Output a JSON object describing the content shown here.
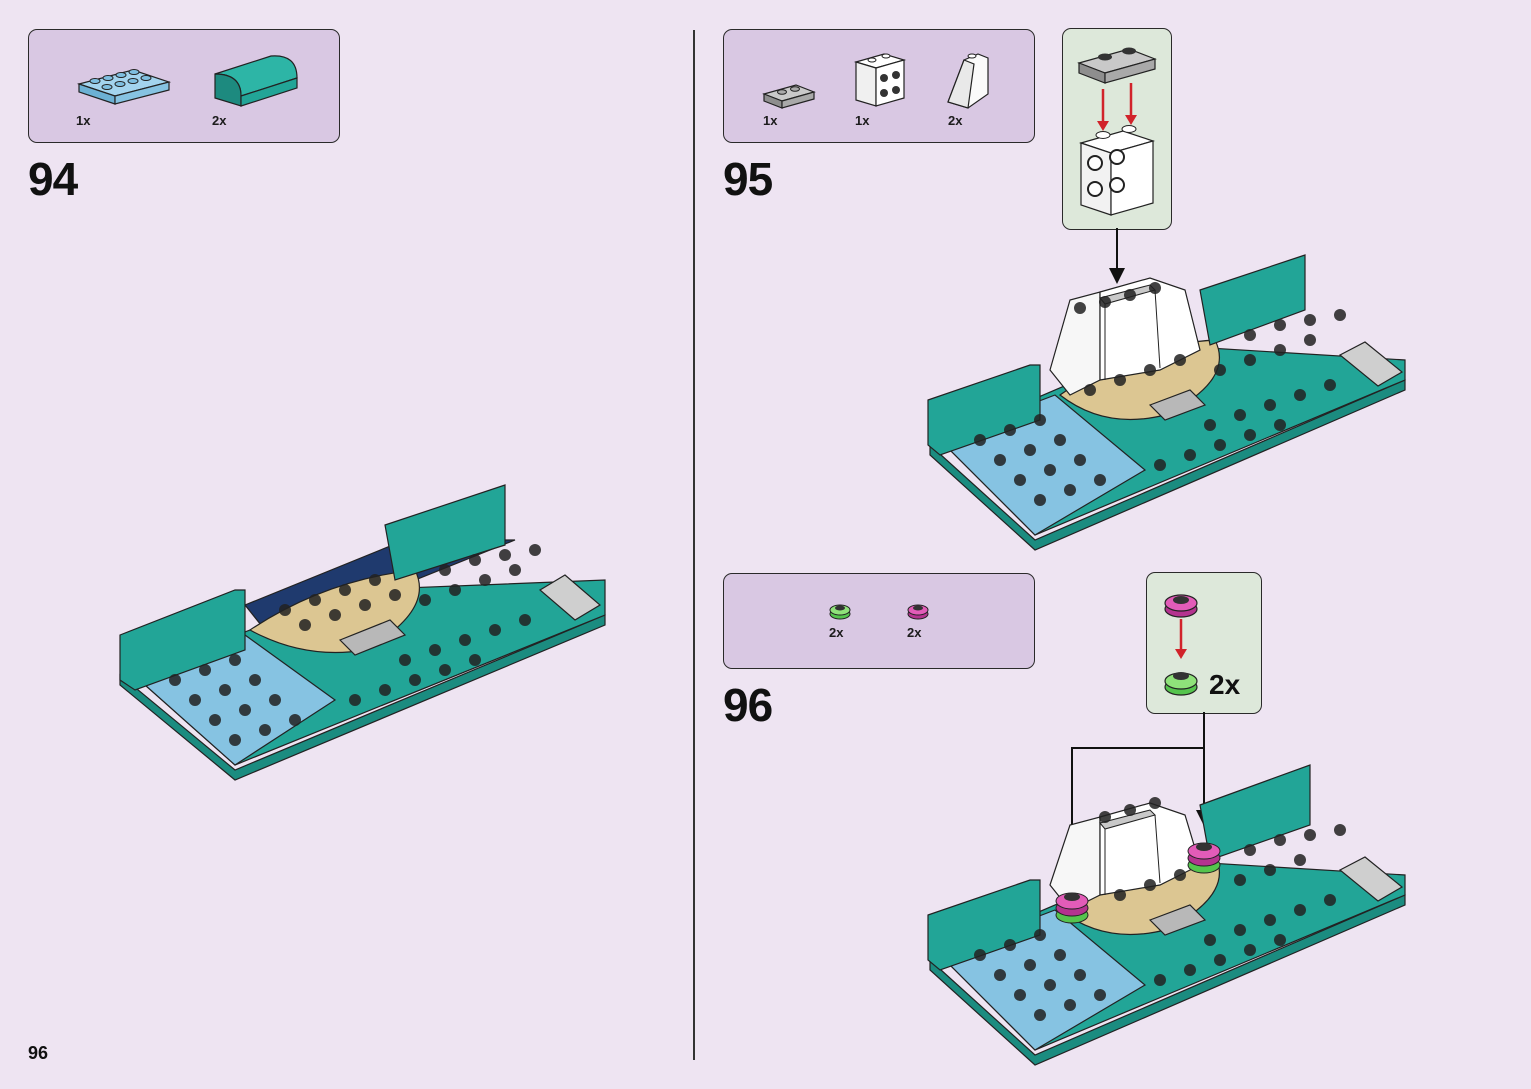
{
  "page_number": "96",
  "steps": [
    {
      "number": "94",
      "parts": [
        {
          "qty": "1x",
          "icon": "light-blue-plate-2x4"
        },
        {
          "qty": "2x",
          "icon": "teal-curved-slope"
        }
      ]
    },
    {
      "number": "95",
      "parts": [
        {
          "qty": "1x",
          "icon": "grey-plate-1x2"
        },
        {
          "qty": "1x",
          "icon": "white-brick-studs-side"
        },
        {
          "qty": "2x",
          "icon": "white-slope"
        }
      ]
    },
    {
      "number": "96",
      "parts": [
        {
          "qty": "2x",
          "icon": "green-round-plate"
        },
        {
          "qty": "2x",
          "icon": "magenta-round-plate"
        }
      ],
      "subassembly_qty": "2x"
    }
  ],
  "colors": {
    "background": "#eee4f2",
    "parts_panel": "#d9c8e3",
    "subassembly_panel": "#dde8da",
    "teal": "#22a597",
    "light_blue": "#86c3e2",
    "tan": "#dcc692",
    "navy": "#1f3a6e",
    "grey": "#b8b8b8",
    "arrow_red": "#d1232a"
  }
}
